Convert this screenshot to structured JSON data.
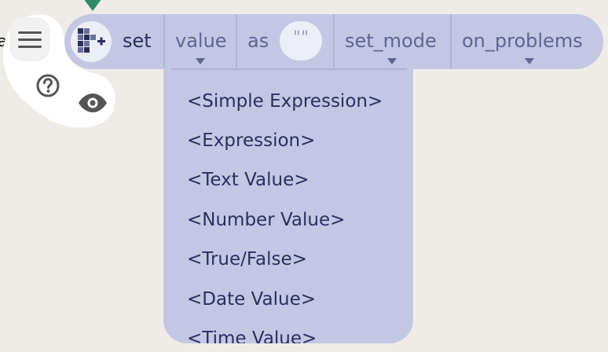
{
  "edge_text": "a",
  "left_tools": {
    "menu_icon": "hamburger-icon",
    "help_icon": "help-icon",
    "view_icon": "eye-icon"
  },
  "block": {
    "icon": "grid-plus-icon",
    "keyword": "set",
    "value_slot": "value",
    "as_label": "as",
    "string_pill": "\"\"",
    "mode_slot": "set_mode",
    "problems_slot": "on_problems"
  },
  "dropdown": {
    "items": [
      "<Simple Expression>",
      "<Expression>",
      "<Text Value>",
      "<Number Value>",
      "<True/False>",
      "<Date Value>",
      "<Time Value>"
    ]
  },
  "colors": {
    "block_fill": "#c3c7e3",
    "block_text": "#2b2f5e",
    "slot_text": "#5f6490",
    "marker": "#2e8b6a"
  }
}
